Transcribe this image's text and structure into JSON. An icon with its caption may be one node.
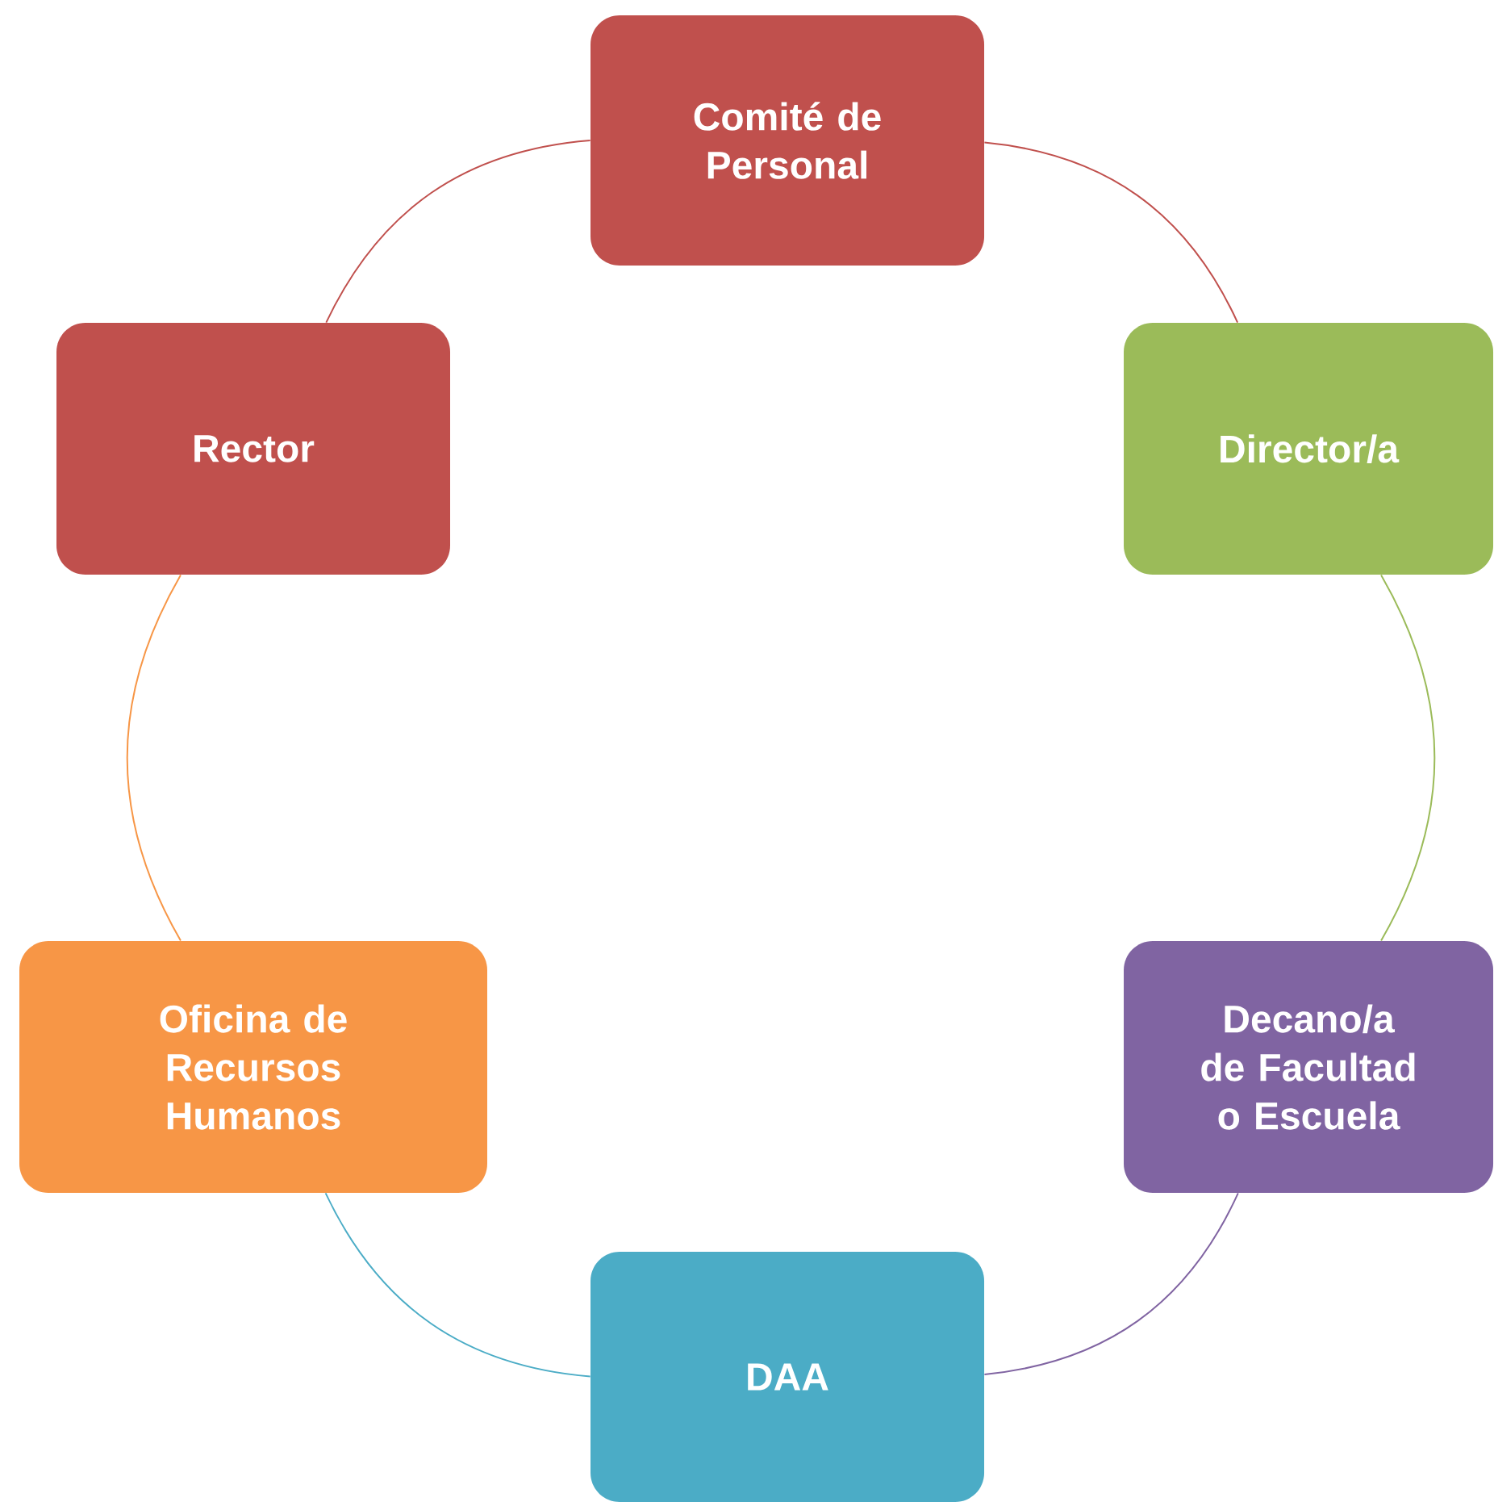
{
  "diagram": {
    "nodes": [
      {
        "text": [
          "Comité de Personal"
        ]
      },
      {
        "text": [
          "Director/a"
        ]
      },
      {
        "text": [
          "Decano/a de Facultad o Escuela"
        ]
      },
      {
        "text": [
          "DAA"
        ]
      },
      {
        "text": [
          "Oficina de Recursos Humanos"
        ]
      },
      {
        "text": [
          "Rector"
        ]
      }
    ],
    "edges": [
      {
        "from": 0,
        "to": 1,
        "arrow": "none",
        "color": "#c0504d"
      },
      {
        "from": 1,
        "to": 2,
        "arrow": "none",
        "color": "#9bbb59"
      },
      {
        "from": 2,
        "to": 3,
        "arrow": "none",
        "color": "#8064a2"
      },
      {
        "from": 3,
        "to": 4,
        "arrow": "none",
        "color": "#4bacc6"
      },
      {
        "from": 4,
        "to": 5,
        "arrow": "none",
        "color": "#f79646"
      },
      {
        "from": 5,
        "to": 0,
        "arrow": "none",
        "color": "#c0504d"
      }
    ]
  }
}
